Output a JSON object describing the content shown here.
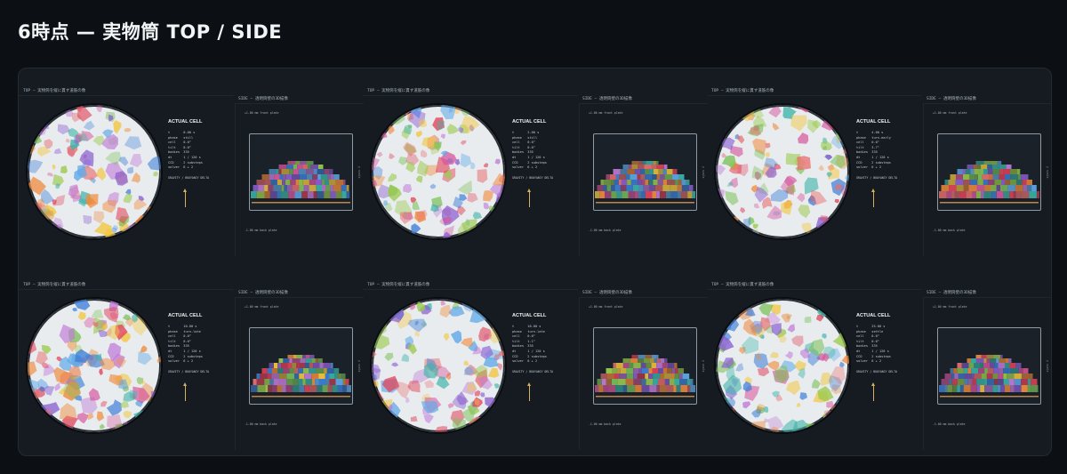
{
  "page_title": "6時点 — 実物筒 TOP / SIDE",
  "labels": {
    "top_header": "TOP — 実物筒を縦に貫す道筋の像",
    "side_header": "SIDE — 透明筒壁の3D描像",
    "cell_heading": "ACTUAL CELL",
    "front_plane": "+1.00 mm front plate",
    "back_plane": "-1.00 mm back plate",
    "gravity": "GRAVITY / BUOYANCY DELTA",
    "side_axis": "y scale"
  },
  "colors": {
    "background": "#0c1014",
    "panel": "#151b21",
    "dish": "#e9ecee",
    "arrow": "#d6b25e"
  },
  "cells": [
    {
      "rows": [
        "t       0.00 s",
        "phase   still",
        "cell    0.0°",
        "tilt    0.0°",
        "bodies  335",
        "dt      1 / 120 s",
        "CCD     2 substeps",
        "solver  6 + 2"
      ]
    },
    {
      "rows": [
        "t       2.00 s",
        "phase   still",
        "cell    0.0°",
        "tilt    0.0°",
        "bodies  335",
        "dt      1 / 120 s",
        "CCD     2 substeps",
        "solver  6 + 2"
      ]
    },
    {
      "rows": [
        "t       4.00 s",
        "phase   turn-early",
        "cell    0.0°",
        "tilt    3.7°",
        "bodies  335",
        "dt      1 / 120 s",
        "CCD     2 substeps",
        "solver  6 + 2"
      ]
    },
    {
      "rows": [
        "t       10.00 s",
        "phase   turn-late",
        "cell    0.0°",
        "tilt    0.0°",
        "bodies  335",
        "dt      1 / 120 s",
        "CCD     2 substeps",
        "solver  6 + 2"
      ]
    },
    {
      "rows": [
        "t       16.00 s",
        "phase   turn-late",
        "cell    0.0°",
        "tilt    1.1°",
        "bodies  335",
        "dt      1 / 120 s",
        "CCD     2 substeps",
        "solver  6 + 2"
      ]
    },
    {
      "rows": [
        "t       25.00 s",
        "phase   settle",
        "cell    0.0°",
        "tilt    0.0°",
        "bodies  335",
        "dt      1 / 120 s",
        "CCD     2 substeps",
        "solver  6 + 2"
      ]
    }
  ]
}
